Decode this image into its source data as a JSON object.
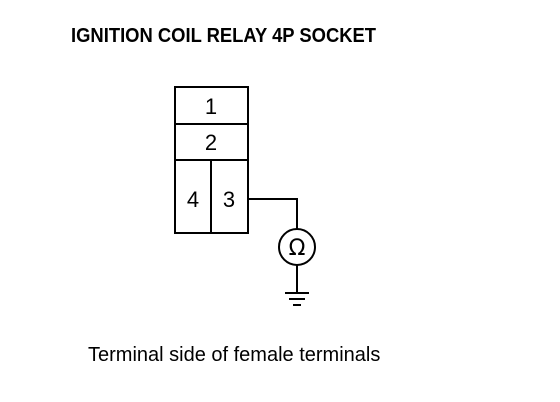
{
  "title": "IGNITION COIL RELAY 4P SOCKET",
  "caption": "Terminal side of female terminals",
  "socket": {
    "terminals": [
      {
        "id": "1",
        "label": "1"
      },
      {
        "id": "2",
        "label": "2"
      },
      {
        "id": "4",
        "label": "4"
      },
      {
        "id": "3",
        "label": "3"
      }
    ]
  },
  "meter": {
    "symbol": "Ω",
    "icon": "ohmmeter-icon"
  },
  "ground": {
    "icon": "ground-icon"
  },
  "colors": {
    "line": "#000000",
    "background": "#ffffff"
  }
}
